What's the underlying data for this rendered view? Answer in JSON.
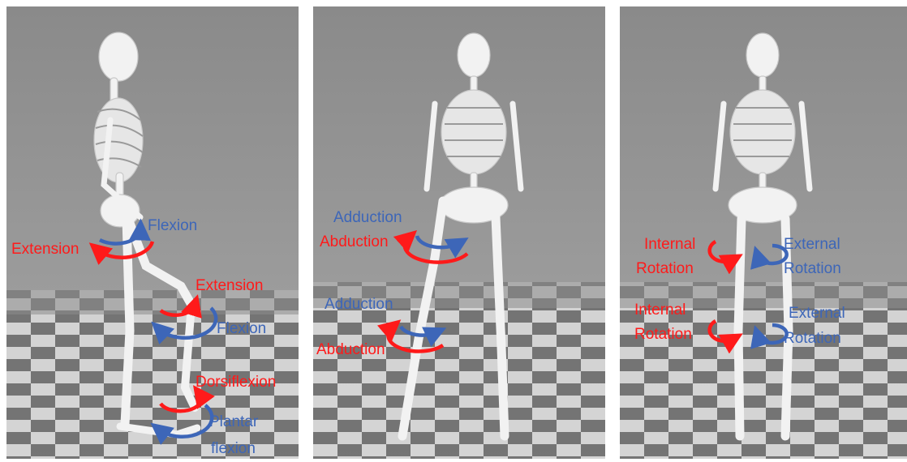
{
  "colors": {
    "red": "#ff1a1a",
    "blue": "#3d66b8",
    "background": "#8f8f8f",
    "bone": "#f2f2f2"
  },
  "panels": [
    {
      "view": "side",
      "labels": {
        "hip_flexion": "Flexion",
        "hip_extension": "Extension",
        "knee_extension": "Extension",
        "knee_flexion": "Flexion",
        "ankle_dorsiflexion": "Dorsiflexion",
        "ankle_plantar_line1": "Plantar",
        "ankle_plantar_line2": "flexion"
      }
    },
    {
      "view": "front",
      "labels": {
        "hip_adduction": "Adduction",
        "hip_abduction": "Abduction",
        "knee_adduction": "Adduction",
        "knee_abduction": "Abduction"
      }
    },
    {
      "view": "front",
      "labels": {
        "hip_internal_line1": "Internal",
        "hip_internal_line2": "Rotation",
        "hip_external_line1": "External",
        "hip_external_line2": "Rotation",
        "knee_internal_line1": "Internal",
        "knee_internal_line2": "Rotation",
        "knee_external_line1": "External",
        "knee_external_line2": "Rotation"
      }
    }
  ]
}
